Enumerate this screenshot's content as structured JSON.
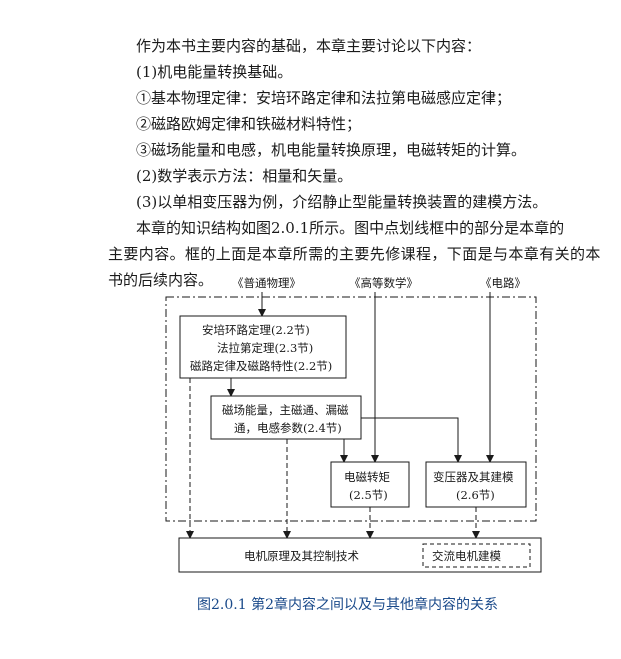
{
  "text": {
    "l1": "作为本书主要内容的基础，本章主要讨论以下内容：",
    "l2": "(1)机电能量转换基础。",
    "l3": "①基本物理定律：安培环路定律和法拉第电磁感应定律；",
    "l4": "②磁路欧姆定律和铁磁材料特性；",
    "l5": "③磁场能量和电感，机电能量转换原理，电磁转矩的计算。",
    "l6": "(2)数学表示方法：相量和矢量。",
    "l7": "(3)以单相变压器为例，介绍静止型能量转换装置的建模方法。",
    "l8": "本章的知识结构如图2.0.1所示。图中点划线框中的部分是本章的",
    "l9": "主要内容。框的上面是本章所需的主要先修课程，下面是与本章有关的本",
    "l10": "书的后续内容。"
  },
  "diagram": {
    "top1": "《普通物理》",
    "top2": "《高等数学》",
    "top3": "《电路》",
    "box1_l1": "安培环路定理(2.2节)",
    "box1_l2": "法拉第定理(2.3节)",
    "box1_l3": "磁路定律及磁路特性(2.2节)",
    "box2_l1": "磁场能量，主磁通、漏磁",
    "box2_l2": "通，电感参数(2.4节)",
    "box3_l1": "电磁转矩",
    "box3_l2": "(2.5节)",
    "box4_l1": "变压器及其建模",
    "box4_l2": "(2.6节)",
    "bottom1": "电机原理及其控制技术",
    "bottom2": "交流电机建模"
  },
  "caption": "图2.0.1    第2章内容之间以及与其他章内容的关系"
}
